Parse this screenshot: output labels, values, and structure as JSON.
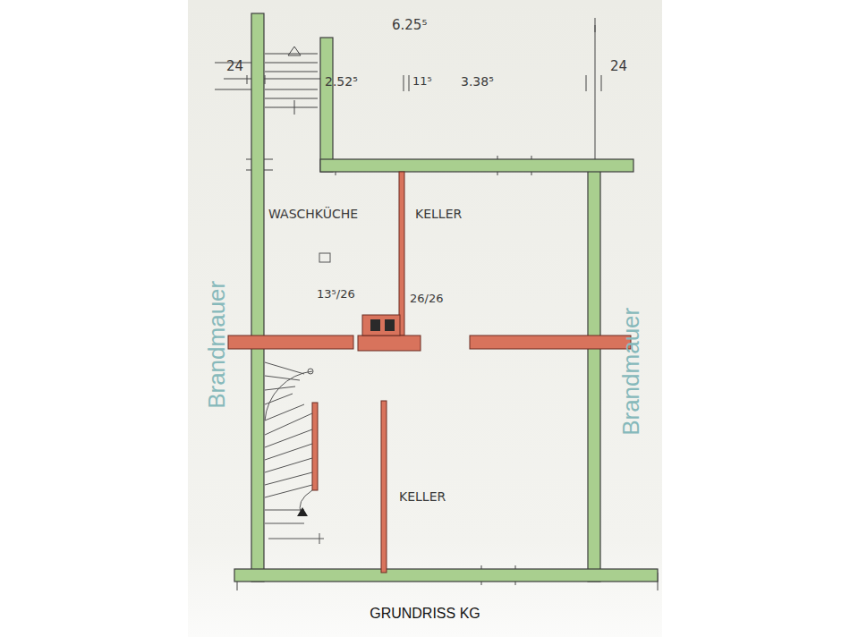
{
  "diagram": {
    "caption": "GRUNDRISS KG",
    "labels": [
      "6.25⁵",
      "24",
      "2.52⁵",
      "11⁵",
      "3.38⁵",
      "24",
      "WASCHKÜCHE",
      "KELLER",
      "13⁵/26",
      "26/26",
      "KELLER",
      "Brandmauer",
      "Brandmauer"
    ]
  }
}
